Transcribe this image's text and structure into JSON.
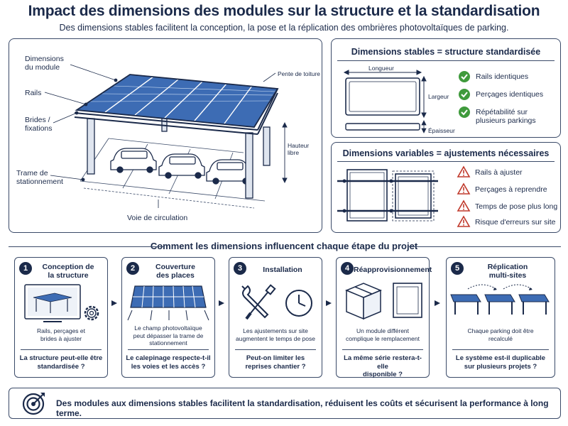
{
  "header": {
    "title": "Impact des dimensions des modules sur la structure et la standardisation",
    "subtitle": "Des dimensions stables facilitent la conception, la pose et la réplication des ombrières photovoltaïques de parking."
  },
  "carport": {
    "labels": {
      "module_dims": "Dimensions\ndu module",
      "rails": "Rails",
      "clamps": "Brides /\nfixations",
      "parking_grid": "Trame de\nstationnement",
      "roof_slope": "Pente de toiture",
      "clear_height": "Hauteur libre",
      "circulation": "Voie de circulation"
    }
  },
  "stable": {
    "title": "Dimensions stables = structure standardisée",
    "length": "Longueur",
    "width": "Largeur",
    "thickness": "Épaisseur",
    "features": [
      "Rails identiques",
      "Perçages identiques",
      "Répétabilité sur\nplusieurs parkings"
    ],
    "check_color": "#3f9a3c"
  },
  "variable": {
    "title": "Dimensions variables = ajustements nécessaires",
    "features": [
      "Rails à ajuster",
      "Perçages à reprendre",
      "Temps de pose plus long",
      "Risque d'erreurs sur site"
    ],
    "warn_color": "#c0392b"
  },
  "section_title": "Comment les dimensions influencent chaque étape du projet",
  "steps": [
    {
      "num": "1",
      "title": "Conception de\nla structure",
      "desc": "Rails, perçages et\nbrides à ajuster",
      "question": "La structure peut-elle être\nstandardisée ?"
    },
    {
      "num": "2",
      "title": "Couverture\ndes places",
      "desc": "Le champ photovoltaïque\npeut dépasser la trame de\nstationnement",
      "question": "Le calepinage respecte-t-il\nles voies et les accès ?"
    },
    {
      "num": "3",
      "title": "Installation",
      "desc": "Les ajustements sur site\naugmentent le temps de pose",
      "question": "Peut-on limiter les\nreprises chantier ?"
    },
    {
      "num": "4",
      "title": "Réapprovisionnement",
      "desc": "Un module différent\ncomplique le remplacement",
      "question": "La même série restera-t-elle\ndisponible ?"
    },
    {
      "num": "5",
      "title": "Réplication\nmulti-sites",
      "desc": "Chaque parking doit être\nrecalculé",
      "question": "Le système est-il duplicable\nsur plusieurs projets ?"
    }
  ],
  "footer": {
    "text": "Des modules aux dimensions stables facilitent la standardisation, réduisent les coûts et sécurisent la performance à long terme."
  },
  "colors": {
    "navy": "#1b2a4a",
    "panel_blue": "#3d6cb4"
  }
}
